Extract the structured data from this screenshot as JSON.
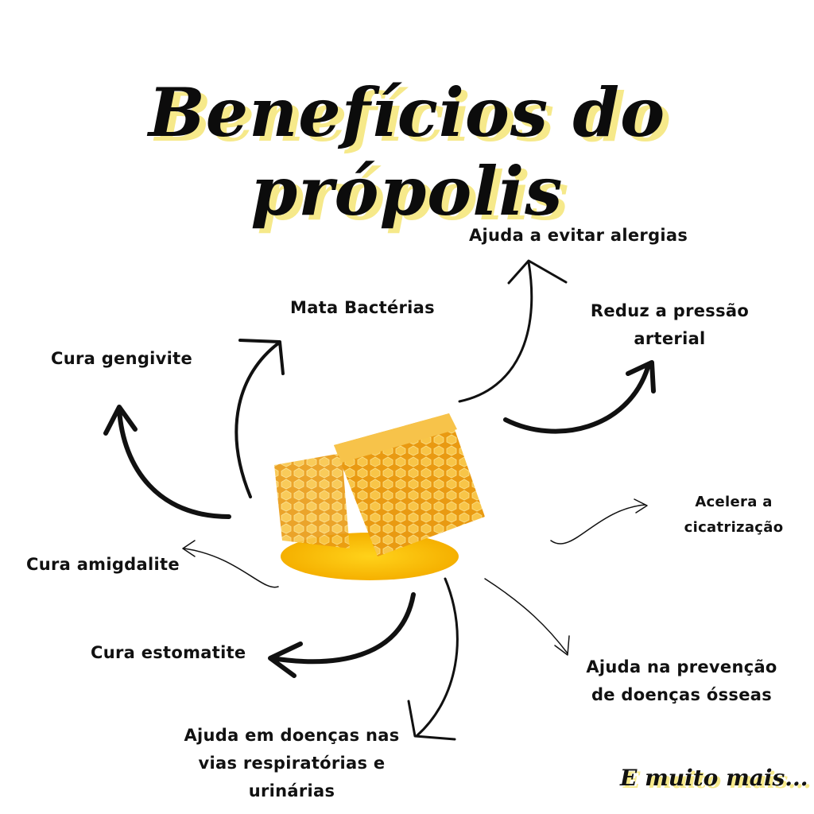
{
  "title": "Benefícios do própolis",
  "benefits": {
    "alergias": "Ajuda a evitar alergias",
    "bacterias": "Mata Bactérias",
    "pressao_1": "Reduz a pressão",
    "pressao_2": "arterial",
    "gengivite": "Cura gengivite",
    "cicatrizacao_1": "Acelera a",
    "cicatrizacao_2": "cicatrização",
    "amigdalite": "Cura amigdalite",
    "estomatite": "Cura estomatite",
    "ossea_1": "Ajuda na prevenção",
    "ossea_2": "de doenças ósseas",
    "respiratorias_1": "Ajuda em doenças nas",
    "respiratorias_2": "vias respiratórias e",
    "respiratorias_3": "urinárias"
  },
  "footer": "E muito mais...",
  "colors": {
    "accent": "#f6e98a",
    "honey": "#f5b21a",
    "text": "#111111"
  }
}
